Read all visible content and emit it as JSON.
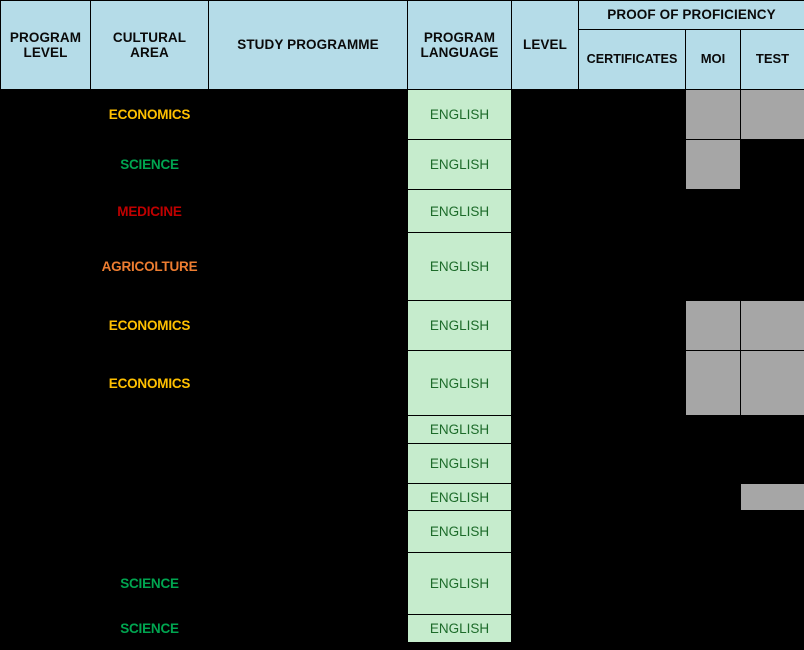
{
  "table": {
    "columns": [
      {
        "key": "program_level",
        "label": "PROGRAM LEVEL",
        "width": 90,
        "name": "column-program-level"
      },
      {
        "key": "cultural_area",
        "label": "CULTURAL AREA",
        "width": 118,
        "name": "column-cultural-area"
      },
      {
        "key": "study_programme",
        "label": "STUDY PROGRAMME",
        "width": 199,
        "name": "column-study-programme"
      },
      {
        "key": "program_language",
        "label": "PROGRAM LANGUAGE",
        "width": 104,
        "name": "column-program-language"
      },
      {
        "key": "level",
        "label": "LEVEL",
        "width": 67,
        "name": "column-level"
      },
      {
        "key": "certificates",
        "label": "CERTIFICATES",
        "width": 107,
        "name": "column-certificates"
      },
      {
        "key": "moi",
        "label": "MOI",
        "width": 55,
        "name": "column-moi"
      },
      {
        "key": "test",
        "label": "TEST",
        "width": 64,
        "name": "column-test"
      }
    ],
    "group_header": {
      "label": "PROOF OF PROFICIENCY",
      "spans": [
        "certificates",
        "moi",
        "test"
      ]
    },
    "header_labels": {
      "program_level_line1": "PROGRAM",
      "program_level_line2": "LEVEL",
      "cultural_area_line1": "CULTURAL",
      "cultural_area_line2": "AREA",
      "study_programme": "STUDY PROGRAMME",
      "program_language_line1": "PROGRAM",
      "program_language_line2": "LANGUAGE",
      "level": "LEVEL",
      "proof_of_proficiency": "PROOF OF PROFICIENCY",
      "certificates": "CERTIFICATES",
      "moi": "MOI",
      "test": "TEST"
    },
    "area_colors": {
      "ECONOMICS": "#ffc000",
      "SCIENCE": "#00a550",
      "MEDICINE": "#c00000",
      "AGRICOLTURE": "#ed7d31"
    },
    "palette": {
      "header_fill": "#b5dce8",
      "header_text": "#0a0a0a",
      "body_fill": "#000000",
      "language_fill": "#c6eccd",
      "language_text": "#1d6b2a",
      "marked_fill": "#a6a6a6",
      "gridline": "#000000"
    },
    "rows": [
      {
        "height": 50,
        "program_level": "",
        "cultural_area": "ECONOMICS",
        "study_programme": "",
        "program_language": "ENGLISH",
        "level": "",
        "certificates": "",
        "moi": "marked",
        "test": "marked"
      },
      {
        "height": 50,
        "program_level": "",
        "cultural_area": "SCIENCE",
        "study_programme": "",
        "program_language": "ENGLISH",
        "level": "",
        "certificates": "",
        "moi": "marked",
        "test": ""
      },
      {
        "height": 43,
        "program_level": "",
        "cultural_area": "MEDICINE",
        "study_programme": "",
        "program_language": "ENGLISH",
        "level": "",
        "certificates": "",
        "moi": "",
        "test": ""
      },
      {
        "height": 68,
        "program_level": "",
        "cultural_area": "AGRICOLTURE",
        "study_programme": "",
        "program_language": "ENGLISH",
        "level": "",
        "certificates": "",
        "moi": "",
        "test": ""
      },
      {
        "height": 50,
        "program_level": "",
        "cultural_area": "ECONOMICS",
        "study_programme": "",
        "program_language": "ENGLISH",
        "level": "",
        "certificates": "",
        "moi": "marked",
        "test": "marked"
      },
      {
        "height": 65,
        "program_level": "",
        "cultural_area": "ECONOMICS",
        "study_programme": "",
        "program_language": "ENGLISH",
        "level": "",
        "certificates": "",
        "moi": "marked",
        "test": "marked"
      },
      {
        "height": 28,
        "program_level": "",
        "cultural_area": "",
        "study_programme": "",
        "program_language": "ENGLISH",
        "level": "",
        "certificates": "",
        "moi": "",
        "test": ""
      },
      {
        "height": 40,
        "program_level": "",
        "cultural_area": "",
        "study_programme": "",
        "program_language": "ENGLISH",
        "level": "",
        "certificates": "",
        "moi": "",
        "test": ""
      },
      {
        "height": 27,
        "program_level": "",
        "cultural_area": "",
        "study_programme": "",
        "program_language": "ENGLISH",
        "level": "",
        "certificates": "",
        "moi": "",
        "test": "marked"
      },
      {
        "height": 42,
        "program_level": "",
        "cultural_area": "",
        "study_programme": "",
        "program_language": "ENGLISH",
        "level": "",
        "certificates": "",
        "moi": "",
        "test": ""
      },
      {
        "height": 62,
        "program_level": "",
        "cultural_area": "SCIENCE",
        "study_programme": "",
        "program_language": "ENGLISH",
        "level": "",
        "certificates": "",
        "moi": "",
        "test": ""
      },
      {
        "height": 28,
        "program_level": "",
        "cultural_area": "SCIENCE",
        "study_programme": "",
        "program_language": "ENGLISH",
        "level": "",
        "certificates": "",
        "moi": "",
        "test": ""
      }
    ]
  }
}
